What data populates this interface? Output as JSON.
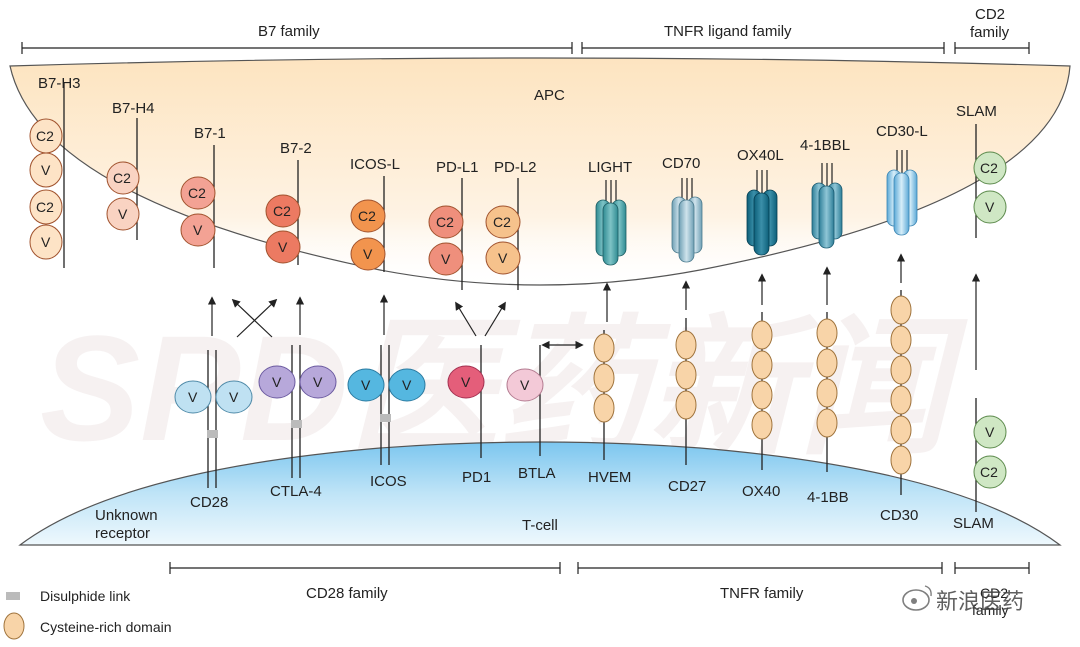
{
  "families_top": {
    "b7": "B7 family",
    "tnfr_ligand": "TNFR ligand family",
    "cd2_line1": "CD2",
    "cd2_line2": "family"
  },
  "families_bottom": {
    "cd28": "CD28 family",
    "tnfr": "TNFR family",
    "cd2_line1": "CD2",
    "cd2_line2": "family"
  },
  "cells": {
    "apc": "APC",
    "tcell": "T-cell"
  },
  "ligands": {
    "b7h3": "B7-H3",
    "b7h4": "B7-H4",
    "b71": "B7-1",
    "b72": "B7-2",
    "icosl": "ICOS-L",
    "pdl1": "PD-L1",
    "pdl2": "PD-L2",
    "light": "LIGHT",
    "cd70": "CD70",
    "ox40l": "OX40L",
    "bbl": "4-1BBL",
    "cd30l": "CD30-L",
    "slam_top": "SLAM"
  },
  "receptors": {
    "unknown_line1": "Unknown",
    "unknown_line2": "receptor",
    "cd28": "CD28",
    "ctla4": "CTLA-4",
    "icos": "ICOS",
    "pd1": "PD1",
    "btla": "BTLA",
    "hvem": "HVEM",
    "cd27": "CD27",
    "ox40": "OX40",
    "bb": "4-1BB",
    "cd30": "CD30",
    "slam_bottom": "SLAM"
  },
  "domains": {
    "c2": "C2",
    "v": "V"
  },
  "legend": {
    "disulphide": "Disulphide link",
    "cysteine": "Cysteine-rich domain"
  },
  "watermark": {
    "corner": "新浪医药",
    "background": "SPD医药新闻"
  },
  "colors": {
    "apc_fill": "#fde9cf",
    "tcell_fill": "#8fd0f2",
    "line": "#222222",
    "b7h3": "#fde3c6",
    "b7h4": "#f9d3c2",
    "b71": "#f3a294",
    "b72": "#ec7a62",
    "icosl": "#f2944e",
    "pdl1": "#ef8f7c",
    "pdl2": "#f6c28c",
    "cd28_rec": "#bfe1f2",
    "ctla4_rec": "#b7a8da",
    "icos_rec": "#55b7e0",
    "pd1_rec": "#e45e7a",
    "btla_rec": "#f3c9d7",
    "crd": "#f8d4a8",
    "slam": "#cfe7c4",
    "disulphide": "#bbbbbb"
  }
}
